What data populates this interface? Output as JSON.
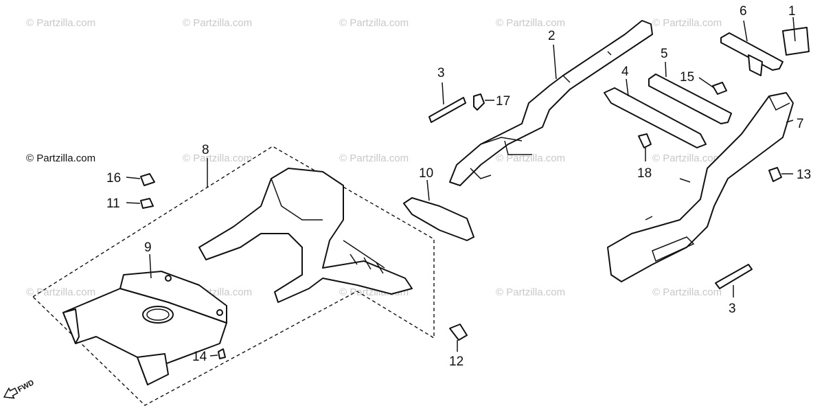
{
  "watermark": "© Partzilla.com",
  "fwd_label": "FWD",
  "callouts": [
    "1",
    "2",
    "3",
    "4",
    "5",
    "6",
    "7",
    "8",
    "9",
    "10",
    "11",
    "12",
    "13",
    "14",
    "15",
    "16",
    "17",
    "18",
    "3"
  ]
}
